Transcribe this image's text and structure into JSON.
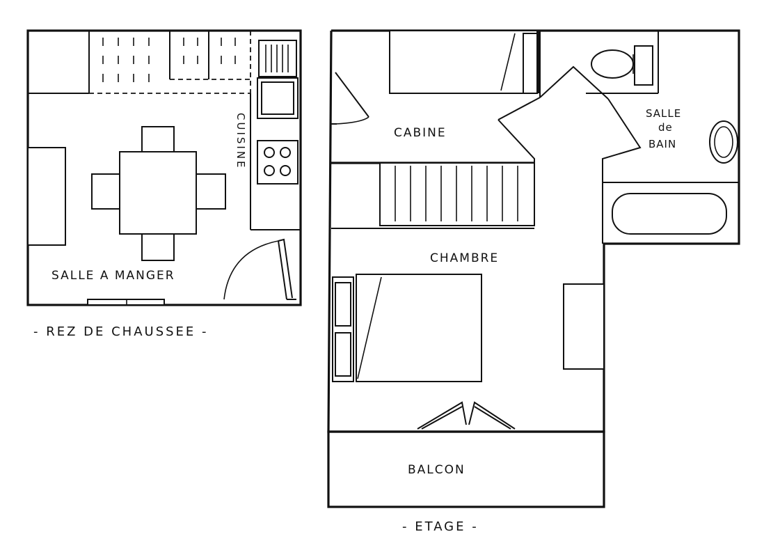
{
  "ground_floor": {
    "caption": "- REZ DE CHAUSSEE -",
    "rooms": {
      "dining": "SALLE A MANGER",
      "kitchen": "CUISINE"
    }
  },
  "upper_floor": {
    "caption": "- ETAGE -",
    "rooms": {
      "cabin": "CABINE",
      "bathroom_line1": "SALLE",
      "bathroom_line2": "de",
      "bathroom_line3": "BAIN",
      "bedroom": "CHAMBRE",
      "balcony": "BALCON"
    }
  }
}
